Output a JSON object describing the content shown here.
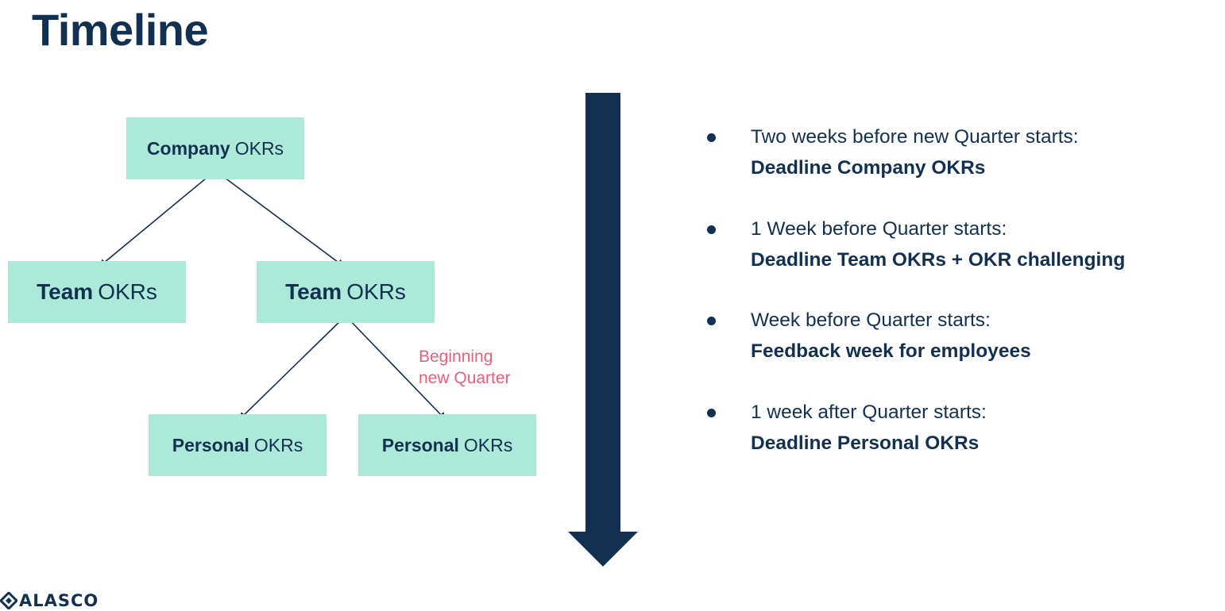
{
  "title": "Timeline",
  "colors": {
    "navy": "#12304f",
    "box_fill": "#ade9d9",
    "accent_pink": "#e8607a"
  },
  "diagram": {
    "nodes": [
      {
        "id": "company",
        "bold": "Company",
        "rest": "OKRs"
      },
      {
        "id": "team_1",
        "bold": "Team",
        "rest": "OKRs"
      },
      {
        "id": "team_2",
        "bold": "Team",
        "rest": "OKRs"
      },
      {
        "id": "personal_1",
        "bold": "Personal",
        "rest": "OKRs"
      },
      {
        "id": "personal_2",
        "bold": "Personal",
        "rest": "OKRs"
      }
    ],
    "edges": [
      {
        "from": "company",
        "to": "team_1"
      },
      {
        "from": "company",
        "to": "team_2"
      },
      {
        "from": "team_2",
        "to": "personal_1"
      },
      {
        "from": "team_2",
        "to": "personal_2"
      }
    ],
    "annotation": {
      "line1": "Beginning",
      "line2": "new Quarter"
    }
  },
  "timeline_arrow_icon": "down-arrow-icon",
  "timeline": [
    {
      "when": "Two weeks before new Quarter starts:",
      "what": "Deadline Company OKRs"
    },
    {
      "when": "1 Week before Quarter starts:",
      "what": "Deadline Team OKRs + OKR challenging"
    },
    {
      "when": "Week before Quarter starts:",
      "what": "Feedback week for employees"
    },
    {
      "when": "1 week after Quarter starts:",
      "what": "Deadline Personal OKRs"
    }
  ],
  "logo": {
    "text": "ALASCO",
    "icon": "alasco-logo-icon"
  }
}
